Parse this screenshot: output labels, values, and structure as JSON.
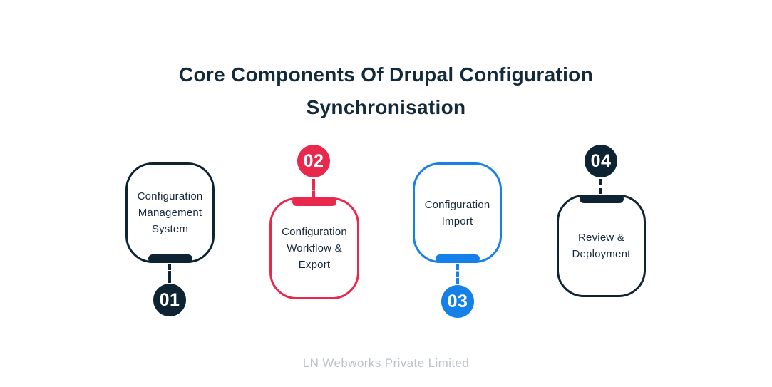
{
  "title": {
    "line1": "Core Components Of Drupal Configuration",
    "line2": "Synchronisation"
  },
  "colors": {
    "dark_navy": "#0E2433",
    "crimson": "#E8284C",
    "blue": "#1480E8",
    "title_text": "#132A3D",
    "label_text": "#16293A",
    "number_text": "#FFFFFF",
    "footer_text": "#BCC2C9",
    "background": "#FFFFFF"
  },
  "items": [
    {
      "number": "01",
      "label": "Configuration Management System",
      "color": "#0E2433",
      "layout": "number-below"
    },
    {
      "number": "02",
      "label": "Configuration Workflow & Export",
      "color": "#E8284C",
      "layout": "number-above"
    },
    {
      "number": "03",
      "label": "Configuration Import",
      "color": "#1480E8",
      "layout": "number-below"
    },
    {
      "number": "04",
      "label": "Review & Deployment",
      "color": "#0E2433",
      "layout": "number-above"
    }
  ],
  "footer": {
    "text": "LN Webworks Private Limited"
  }
}
